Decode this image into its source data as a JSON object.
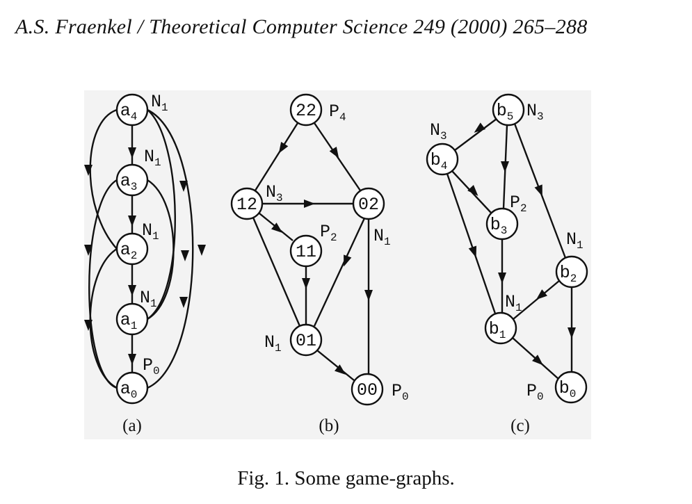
{
  "header": {
    "running_head": "A.S. Fraenkel / Theoretical Computer Science 249 (2000) 265–288"
  },
  "figure": {
    "caption": "Fig. 1. Some game-graphs.",
    "panels": [
      {
        "id": "a",
        "label": "(a)",
        "nodes": [
          {
            "id": "a4",
            "text": "a",
            "sub": "4",
            "state": "N",
            "state_sub": "1"
          },
          {
            "id": "a3",
            "text": "a",
            "sub": "3",
            "state": "N",
            "state_sub": "1"
          },
          {
            "id": "a2",
            "text": "a",
            "sub": "2",
            "state": "N",
            "state_sub": "1"
          },
          {
            "id": "a1",
            "text": "a",
            "sub": "1",
            "state": "N",
            "state_sub": "1"
          },
          {
            "id": "a0",
            "text": "a",
            "sub": "0",
            "state": "P",
            "state_sub": "0"
          }
        ],
        "edges": [
          [
            "a4",
            "a3"
          ],
          [
            "a3",
            "a2"
          ],
          [
            "a2",
            "a1"
          ],
          [
            "a1",
            "a0"
          ],
          [
            "a4",
            "a2"
          ],
          [
            "a3",
            "a1"
          ],
          [
            "a2",
            "a0"
          ],
          [
            "a4",
            "a1"
          ],
          [
            "a4",
            "a0"
          ],
          [
            "a3",
            "a0"
          ]
        ]
      },
      {
        "id": "b",
        "label": "(b)",
        "nodes": [
          {
            "id": "22",
            "text": "22",
            "sub": "",
            "state": "P",
            "state_sub": "4"
          },
          {
            "id": "12",
            "text": "12",
            "sub": "",
            "state": "N",
            "state_sub": "3"
          },
          {
            "id": "02",
            "text": "02",
            "sub": "",
            "state": "N",
            "state_sub": "1"
          },
          {
            "id": "11",
            "text": "11",
            "sub": "",
            "state": "P",
            "state_sub": "2"
          },
          {
            "id": "01",
            "text": "01",
            "sub": "",
            "state": "N",
            "state_sub": "1"
          },
          {
            "id": "00",
            "text": "00",
            "sub": "",
            "state": "P",
            "state_sub": "0"
          }
        ],
        "edges": [
          [
            "22",
            "12"
          ],
          [
            "22",
            "02"
          ],
          [
            "12",
            "02"
          ],
          [
            "12",
            "11"
          ],
          [
            "12",
            "01"
          ],
          [
            "11",
            "01"
          ],
          [
            "02",
            "01"
          ],
          [
            "02",
            "00"
          ],
          [
            "01",
            "00"
          ]
        ]
      },
      {
        "id": "c",
        "label": "(c)",
        "nodes": [
          {
            "id": "b5",
            "text": "b",
            "sub": "5",
            "state": "N",
            "state_sub": "3"
          },
          {
            "id": "b4",
            "text": "b",
            "sub": "4",
            "state": "N",
            "state_sub": "3"
          },
          {
            "id": "b3",
            "text": "b",
            "sub": "3",
            "state": "P",
            "state_sub": "2"
          },
          {
            "id": "b2",
            "text": "b",
            "sub": "2",
            "state": "N",
            "state_sub": "1"
          },
          {
            "id": "b1",
            "text": "b",
            "sub": "1",
            "state": "N",
            "state_sub": "1"
          },
          {
            "id": "b0",
            "text": "b",
            "sub": "0",
            "state": "P",
            "state_sub": "0"
          }
        ],
        "edges": [
          [
            "b5",
            "b4"
          ],
          [
            "b5",
            "b3"
          ],
          [
            "b5",
            "b2"
          ],
          [
            "b4",
            "b3"
          ],
          [
            "b4",
            "b1"
          ],
          [
            "b3",
            "b1"
          ],
          [
            "b2",
            "b1"
          ],
          [
            "b2",
            "b0"
          ],
          [
            "b1",
            "b0"
          ]
        ]
      }
    ]
  }
}
